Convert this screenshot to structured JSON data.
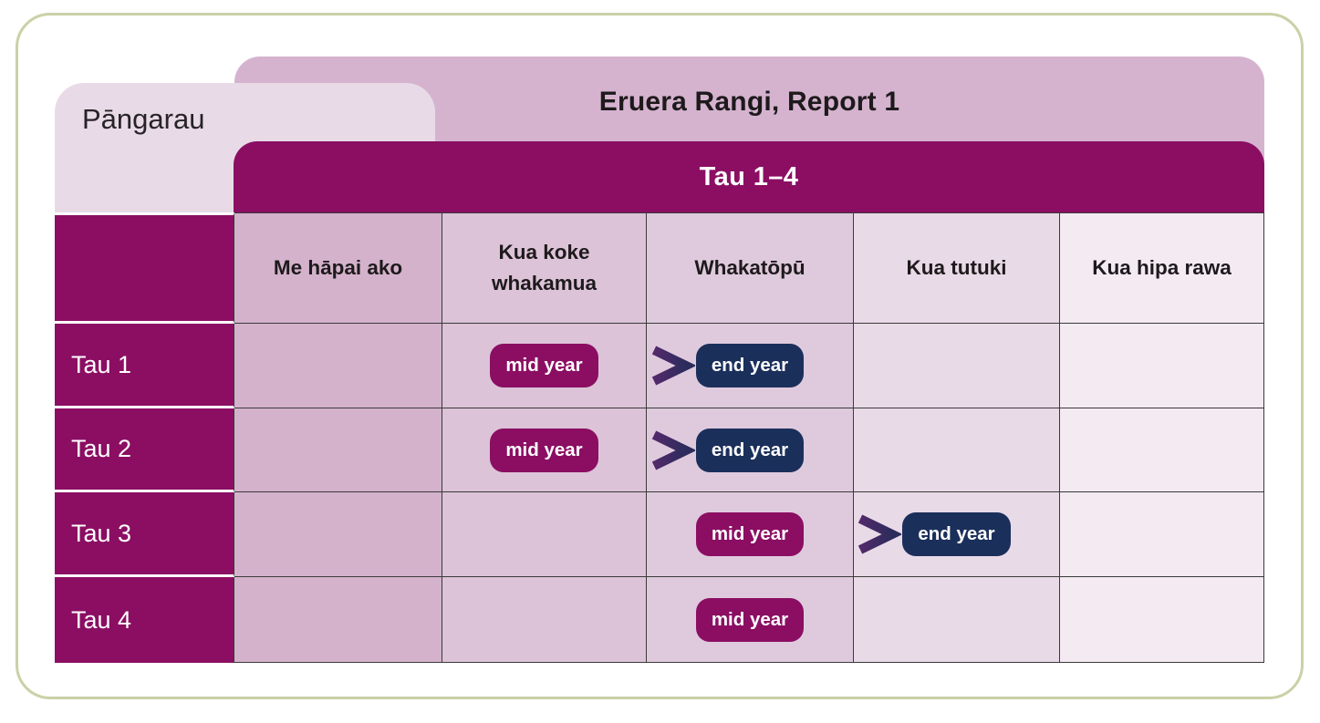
{
  "subject_tab": {
    "label": "Pāngarau"
  },
  "report_header": {
    "title": "Eruera Rangi, Report 1"
  },
  "year_band": {
    "label": "Tau 1–4"
  },
  "table": {
    "columns": [
      {
        "label": "Me hāpai ako"
      },
      {
        "label": "Kua koke whakamua"
      },
      {
        "label": "Whakatōpū"
      },
      {
        "label": "Kua tutuki"
      },
      {
        "label": "Kua hipa rawa"
      }
    ],
    "rows": [
      {
        "label": "Tau 1",
        "mid": {
          "label": "mid year",
          "column": "Kua koke whakamua"
        },
        "end": {
          "label": "end year",
          "column": "Whakatōpū"
        },
        "arrow": true
      },
      {
        "label": "Tau 2",
        "mid": {
          "label": "mid year",
          "column": "Kua koke whakamua"
        },
        "end": {
          "label": "end year",
          "column": "Whakatōpū"
        },
        "arrow": true
      },
      {
        "label": "Tau 3",
        "mid": {
          "label": "mid year",
          "column": "Whakatōpū"
        },
        "end": {
          "label": "end year",
          "column": "Kua tutuki"
        },
        "arrow": true
      },
      {
        "label": "Tau 4",
        "mid": {
          "label": "mid year",
          "column": "Whakatōpū"
        },
        "arrow": false
      }
    ]
  },
  "colors": {
    "magenta": "#8B0E63",
    "navy_badge": "#1B2F5B",
    "arrow_purple_start": "#53296B",
    "arrow_purple_end": "#2B2C5C",
    "header_mauve": "#D5B3CF",
    "tab_pink": "#E8DBE7",
    "column_backgrounds": [
      "#D4B2CC",
      "#DCC3D7",
      "#DFCADD",
      "#E9DAE7",
      "#F3EAF2"
    ],
    "card_border_sage": "#C9D1A7",
    "grid_line": "#3A3A3A",
    "text_dark": "#1E1A1C"
  }
}
